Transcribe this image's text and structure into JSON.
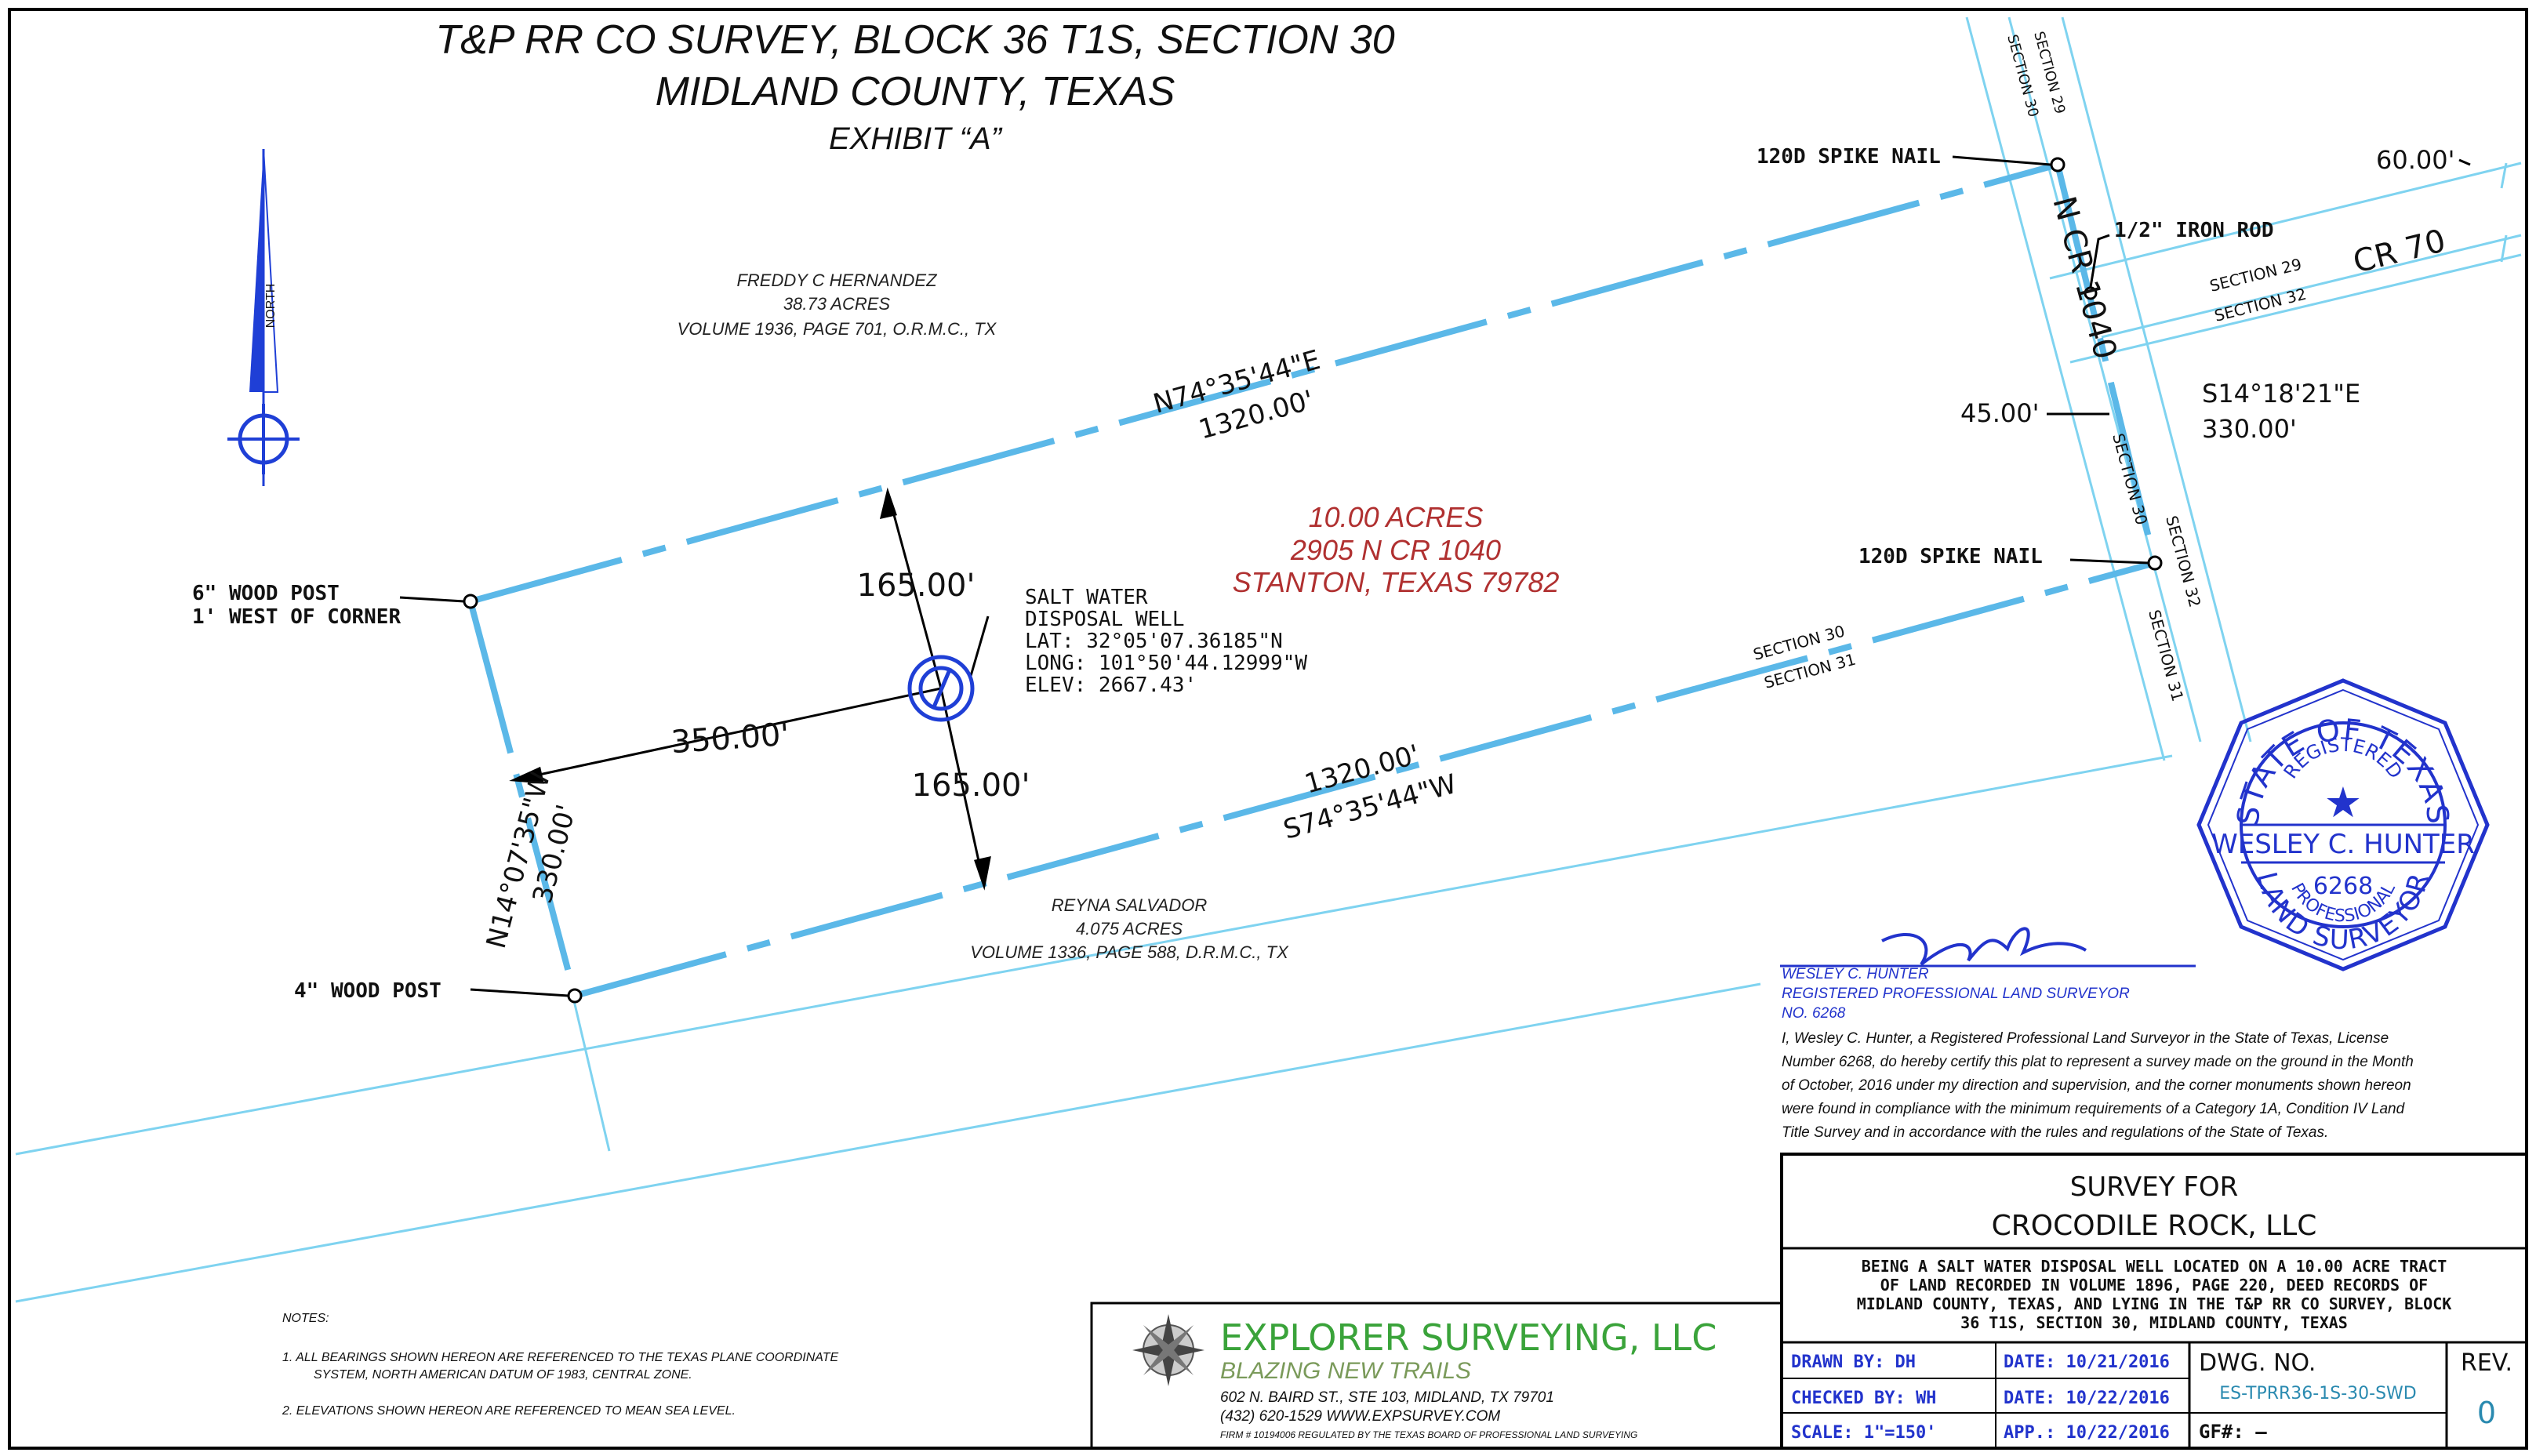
{
  "title": {
    "line1": "T&P RR CO SURVEY, BLOCK 36 T1S, SECTION 30",
    "line2": "MIDLAND  COUNTY, TEXAS",
    "line3": "EXHIBIT “A”"
  },
  "north_arrow": {
    "label": "NORTH"
  },
  "adjoiners": {
    "north": {
      "name": "FREDDY C HERNANDEZ",
      "acres": "38.73 ACRES",
      "record": "VOLUME 1936, PAGE 701, O.R.M.C., TX"
    },
    "south": {
      "name": "REYNA SALVADOR",
      "acres": "4.075 ACRES",
      "record": "VOLUME 1336, PAGE 588, D.R.M.C., TX"
    }
  },
  "tract": {
    "acres": "10.00 ACRES",
    "address": "2905 N CR 1040",
    "city": "STANTON, TEXAS 79782"
  },
  "bearings": {
    "north_line": {
      "bearing": "N74°35'44\"E",
      "distance": "1320.00'"
    },
    "south_line": {
      "bearing": "S74°35'44\"W",
      "distance": "1320.00'"
    },
    "west_line": {
      "bearing": "N14°07'35\"W",
      "distance": "330.00'"
    },
    "east_line": {
      "bearing": "S14°18'21\"E",
      "distance": "330.00'"
    }
  },
  "well": {
    "line1": "SALT WATER",
    "line2": "DISPOSAL WELL",
    "lat": "LAT:  32°05'07.36185\"N",
    "long": "LONG:  101°50'44.12999\"W",
    "elev": "ELEV:  2667.43'",
    "dist_north": "165.00'",
    "dist_south": "165.00'",
    "dist_west": "350.00'"
  },
  "monuments": {
    "nw_line1": "6\" WOOD POST",
    "nw_line2": "1' WEST OF CORNER",
    "sw": "4\" WOOD POST",
    "ne": "120D SPIKE NAIL",
    "se": "120D SPIKE NAIL",
    "iron_rod": "1/2\" IRON ROD"
  },
  "roads": {
    "cr1040": "N CR 1040",
    "cr70": "CR 70",
    "width_cr70": "60.00'",
    "width_cr1040": "45.00'"
  },
  "sections": {
    "s29": "SECTION 29",
    "s30": "SECTION 30",
    "s31": "SECTION 31",
    "s32": "SECTION 32"
  },
  "seal": {
    "state": "STATE OF TEXAS",
    "registered": "REGISTERED",
    "name": "WESLEY C. HUNTER",
    "number": "6268",
    "professional": "PROFESSIONAL",
    "land_surveyor": "LAND SURVEYOR"
  },
  "surveyor": {
    "name": "WESLEY C. HUNTER",
    "title": "REGISTERED PROFESSIONAL LAND SURVEYOR",
    "number": "NO. 6268",
    "certification": [
      "I, Wesley C. Hunter, a Registered Professional Land Surveyor in the State of Texas, License",
      "Number 6268, do hereby certify this plat to represent a survey made on the ground in the Month",
      "of October, 2016 under my direction and supervision, and the corner monuments shown hereon",
      "were found in compliance with the minimum requirements of a Category 1A, Condition IV Land",
      "Title Survey and in accordance with the rules and regulations of the State of Texas."
    ]
  },
  "title_block": {
    "survey_for": "SURVEY FOR",
    "client": "CROCODILE ROCK, LLC",
    "description": [
      "BEING A SALT WATER DISPOSAL WELL LOCATED ON A 10.00 ACRE TRACT",
      "OF LAND RECORDED IN VOLUME 1896, PAGE 220, DEED RECORDS OF",
      "MIDLAND COUNTY, TEXAS, AND LYING IN THE T&P RR CO SURVEY, BLOCK",
      "36 T1S, SECTION 30, MIDLAND COUNTY, TEXAS"
    ],
    "drawn_by": "DRAWN  BY: DH",
    "checked_by": "CHECKED  BY: WH",
    "scale": "SCALE: 1\"=150'",
    "date1": "DATE: 10/21/2016",
    "date2": "DATE: 10/22/2016",
    "app": "APP.: 10/22/2016",
    "dwg_label": "DWG. NO.",
    "dwg_no": "ES-TPRR36-1S-30-SWD",
    "gf": "GF#:  –",
    "rev_label": "REV.",
    "rev": "0"
  },
  "company": {
    "name": "EXPLORER SURVEYING, LLC",
    "slogan": "BLAZING NEW TRAILS",
    "address": "602 N. BAIRD ST., STE 103, MIDLAND, TX 79701",
    "phone_web": "(432) 620-1529     WWW.EXPSURVEY.COM",
    "firm": "FIRM # 10194006      REGULATED BY THE TEXAS BOARD OF PROFESSIONAL LAND SURVEYING"
  },
  "notes": {
    "heading": "NOTES:",
    "n1a": "1.    ALL BEARINGS SHOWN HEREON ARE REFERENCED TO THE TEXAS PLANE COORDINATE",
    "n1b": "SYSTEM, NORTH AMERICAN DATUM OF 1983, CENTRAL ZONE.",
    "n2": "2.    ELEVATIONS SHOWN HEREON ARE REFERENCED TO MEAN SEA LEVEL."
  },
  "colors": {
    "line": "#5bb8e8",
    "thin": "#7fd3f0",
    "seal": "#2233cc",
    "tract_text": "#b03030",
    "logo_green": "#3aa33a"
  }
}
